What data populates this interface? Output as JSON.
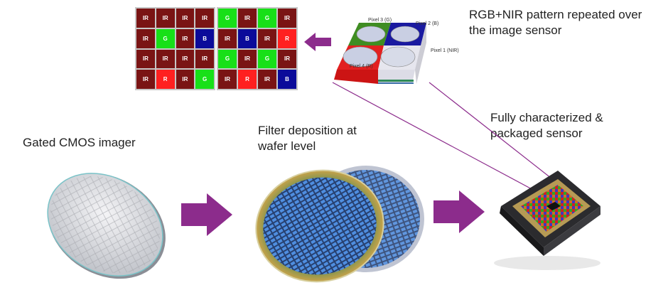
{
  "labels": {
    "rgb_nir": "RGB+NIR pattern repeated over the image sensor",
    "gated_cmos": "Gated CMOS imager",
    "filter_deposition": "Filter deposition at wafer level",
    "packaged_sensor": "Fully characterized & packaged sensor"
  },
  "pixel_labels": {
    "p1": "Pixel 1 (NIR)",
    "p2": "Pixel 2 (B)",
    "p3": "Pixel 3 (G)",
    "p4": "Pixel 4 (R)"
  },
  "grid_left": [
    [
      "IR",
      "IR",
      "IR",
      "IR"
    ],
    [
      "IR",
      "G",
      "IR",
      "B"
    ],
    [
      "IR",
      "IR",
      "IR",
      "IR"
    ],
    [
      "IR",
      "R",
      "IR",
      "G"
    ]
  ],
  "grid_right": [
    [
      "G",
      "IR",
      "G",
      "IR"
    ],
    [
      "IR",
      "B",
      "IR",
      "R"
    ],
    [
      "G",
      "IR",
      "G",
      "IR"
    ],
    [
      "IR",
      "R",
      "IR",
      "B"
    ]
  ],
  "colors": {
    "arrow": "#8c2c8c",
    "IR": "#7a1414",
    "R": "#ff2020",
    "G": "#18e018",
    "B": "#0b0b9a"
  }
}
